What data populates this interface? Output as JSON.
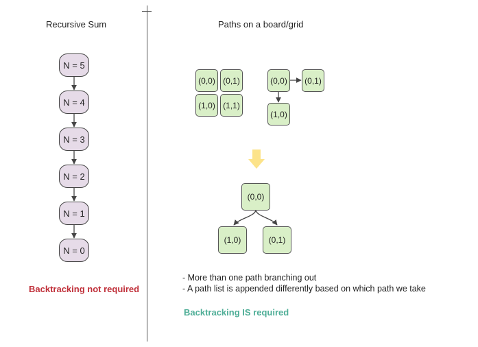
{
  "left": {
    "heading": "Recursive Sum",
    "nodes": [
      "N = 5",
      "N = 4",
      "N = 3",
      "N = 2",
      "N = 1",
      "N = 0"
    ],
    "status": "Backtracking not required",
    "status_color": "#c0303a"
  },
  "right": {
    "heading": "Paths on a board/grid",
    "grid": [
      "(0,0)",
      "(0,1)",
      "(1,0)",
      "(1,1)"
    ],
    "path": {
      "origin": "(0,0)",
      "right": "(0,1)",
      "down": "(1,0)"
    },
    "tree": {
      "root": "(0,0)",
      "left_child": "(1,0)",
      "right_child": "(0,1)"
    },
    "notes": [
      "- More than one path branching out",
      "- A path list is appended differently based on which path we take"
    ],
    "status": "Backtracking IS required",
    "status_color": "#4fae97"
  },
  "colors": {
    "recursion_node_fill": "#e6dbe8",
    "grid_cell_fill": "#d9efc7",
    "down_arrow": "#fce38a"
  }
}
